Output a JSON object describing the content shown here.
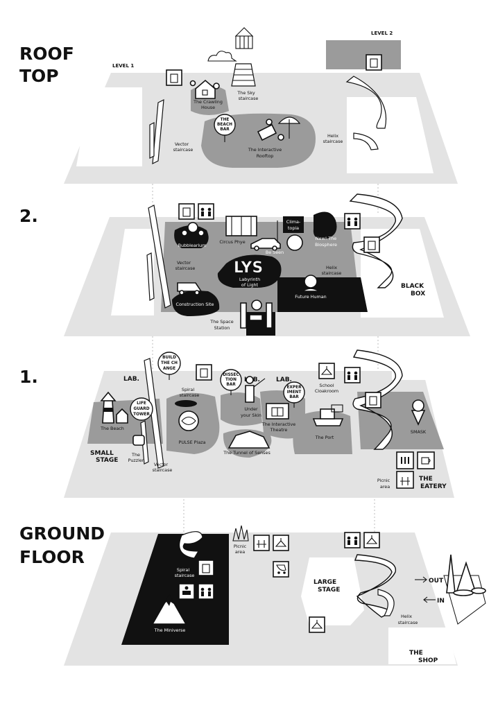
{
  "headings": {
    "roof": "ROOF",
    "top": "TOP",
    "level2": "2.",
    "level1": "1.",
    "ground": "GROUND",
    "floor": "FLOOR"
  },
  "sub_levels": {
    "roof_level1": "LEVEL 1",
    "roof_level2": "LEVEL 2"
  },
  "roof": {
    "crawling_house": [
      "The Crawling",
      "House"
    ],
    "sky_staircase": [
      "The Sky",
      "staircase"
    ],
    "beach_bar_sign": [
      "THE",
      "BEACH",
      "BAR"
    ],
    "interactive_rooftop": [
      "The Interactive",
      "Rooftop"
    ],
    "vector_staircase": [
      "Vector",
      "staircase"
    ],
    "helix_staircase": [
      "Helix",
      "staircase"
    ]
  },
  "level2": {
    "bubblearium": "Bubblearium",
    "circus_phye": "Circus Phye",
    "be_seen": "Be Seen",
    "climatopia": [
      "Clima-",
      "topia"
    ],
    "biosphere": [
      "New! The",
      "Biosphere"
    ],
    "lys": "LYS",
    "labyrinth": [
      "Labyrinth",
      "of Light"
    ],
    "vector_staircase": [
      "Vector",
      "staircase"
    ],
    "helix_staircase": [
      "Helix",
      "staircase"
    ],
    "construction_site": "Construction Site",
    "future_human": "Future Human",
    "space_station": [
      "The Space",
      "Station"
    ],
    "black_box": [
      "BLACK",
      "BOX"
    ]
  },
  "level1": {
    "build_sign": [
      "BUILD",
      "THE CH",
      "ANGE"
    ],
    "lab_1": "LAB.",
    "lab_2": "LAB.",
    "lab_3": "LAB.",
    "spiral_staircase": [
      "Spiral",
      "staircase"
    ],
    "dissection_sign": [
      "DISSEC",
      "TION",
      "BAR"
    ],
    "under_skin": [
      "Under",
      "your Skin"
    ],
    "experiment_sign": [
      "EXPER",
      "IMENT",
      "BAR"
    ],
    "school_cloakroom": [
      "School",
      "Cloakroom"
    ],
    "lifeguard_sign": [
      "LIFE",
      "GUARD",
      "TOWER"
    ],
    "the_beach": "The Beach",
    "pulse_plaza": "PULSE Plaza",
    "interactive_theatre": [
      "The Interactive",
      "Theatre"
    ],
    "the_port": "The Port",
    "smask": "SMASK",
    "small_stage": [
      "SMALL",
      "STAGE"
    ],
    "the_puzzler": [
      "The",
      "Puzzler"
    ],
    "vector_staircase": [
      "Vector",
      "staircase"
    ],
    "tunnel_of_senses": "The Tunnel of Senses",
    "picnic_area": [
      "Picnic",
      "area"
    ],
    "the_eatery": [
      "THE",
      "EATERY"
    ]
  },
  "ground": {
    "spiral_staircase": [
      "Spiral",
      "staircase"
    ],
    "picnic_area": [
      "Picnic",
      "area"
    ],
    "the_miniverse": "The Miniverse",
    "large_stage": [
      "LARGE",
      "STAGE"
    ],
    "out": "OUT",
    "in": "IN",
    "helix_staircase": [
      "Helix",
      "staircase"
    ],
    "the_shop": [
      "THE",
      "SHOP"
    ]
  },
  "icons": [
    "elevator-icon",
    "restroom-icon",
    "cloakroom-icon",
    "stroller-icon",
    "baby-change-icon",
    "restaurant-icon",
    "coffee-icon",
    "picnic-icon"
  ],
  "colors": {
    "floor_light": "#e3e3e3",
    "floor_mid": "#9b9b9b",
    "floor_dark": "#111111",
    "background": "#ffffff"
  }
}
